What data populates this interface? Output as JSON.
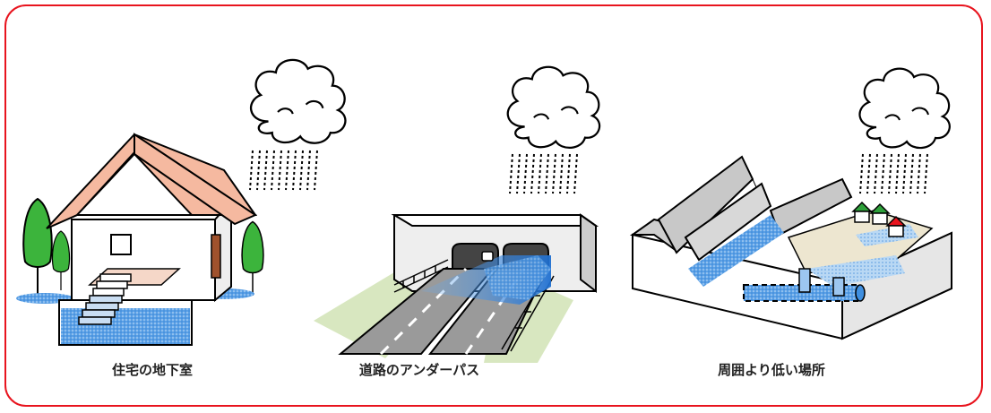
{
  "captions": {
    "basement": "住宅の地下室",
    "underpass": "道路のアンダーパス",
    "lowland": "周囲より低い場所"
  },
  "colors": {
    "border": "#e8141e",
    "water": "#3f8fe0",
    "water_light": "#9cc6f0",
    "roof": "#f5b9a0",
    "tree": "#3cb43c",
    "grass": "#d8e7c0",
    "road": "#9a9a9a",
    "concrete": "#d2d2d2"
  }
}
